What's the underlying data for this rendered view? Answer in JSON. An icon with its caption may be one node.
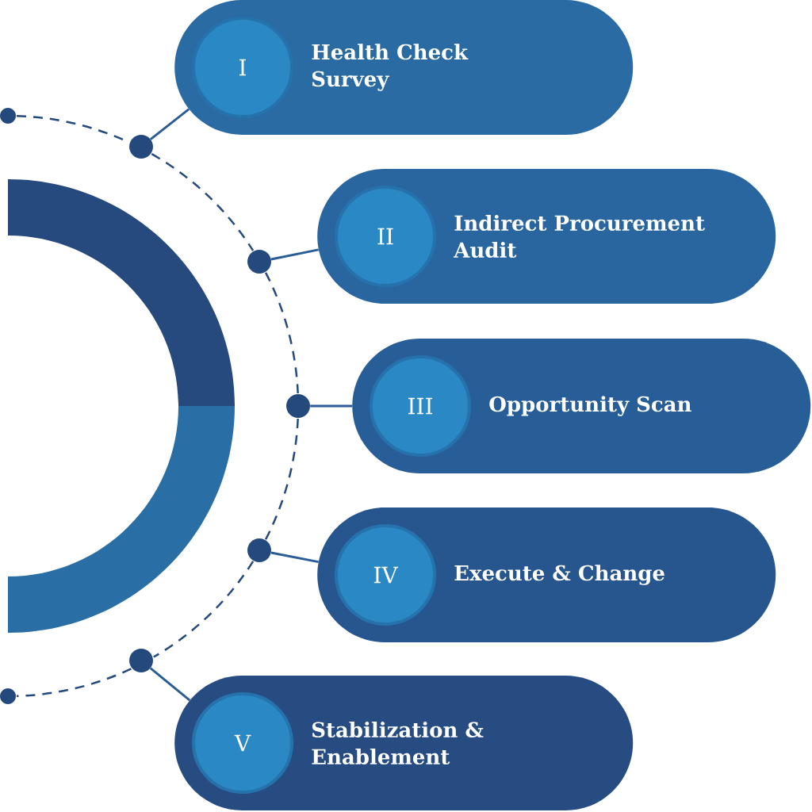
{
  "diagram": {
    "nodes": [
      {
        "text": [
          "Health Check Survey"
        ]
      },
      {
        "text": [
          "I"
        ],
        "in": 0
      },
      {
        "text": [
          "Indirect Procurement Audit"
        ]
      },
      {
        "text": [
          "II"
        ],
        "in": 2
      },
      {
        "text": [
          "Opportunity Scan"
        ]
      },
      {
        "text": [
          "III"
        ],
        "in": 4
      },
      {
        "text": [
          "Execute & Change"
        ]
      },
      {
        "text": [
          "IV"
        ],
        "in": 6
      },
      {
        "text": [
          "Stabilization & Enablement"
        ]
      },
      {
        "text": [
          "V"
        ],
        "in": 8
      },
      {
        "text": [],
        "shape": "circle"
      },
      {
        "text": [],
        "shape": "circle"
      },
      {
        "text": [],
        "shape": "circle"
      },
      {
        "text": [],
        "shape": "circle"
      },
      {
        "text": [],
        "shape": "circle"
      },
      {
        "text": [],
        "shape": "circle"
      },
      {
        "text": [],
        "shape": "circle"
      }
    ],
    "edges": [
      {
        "from": 11,
        "to": 0,
        "arrow": "none"
      },
      {
        "from": 12,
        "to": 2,
        "arrow": "none"
      },
      {
        "from": 13,
        "to": 4,
        "arrow": "none"
      },
      {
        "from": 14,
        "to": 6,
        "arrow": "none"
      },
      {
        "from": 15,
        "to": 8,
        "arrow": "none"
      },
      {
        "from": 10,
        "to": 11,
        "arrow": "none",
        "style": "dashed"
      },
      {
        "from": 11,
        "to": 12,
        "arrow": "none",
        "style": "dashed"
      },
      {
        "from": 12,
        "to": 13,
        "arrow": "none",
        "style": "dashed"
      },
      {
        "from": 13,
        "to": 14,
        "arrow": "none",
        "style": "dashed"
      },
      {
        "from": 14,
        "to": 15,
        "arrow": "none",
        "style": "dashed"
      },
      {
        "from": 15,
        "to": 16,
        "arrow": "none",
        "style": "dashed"
      }
    ]
  }
}
